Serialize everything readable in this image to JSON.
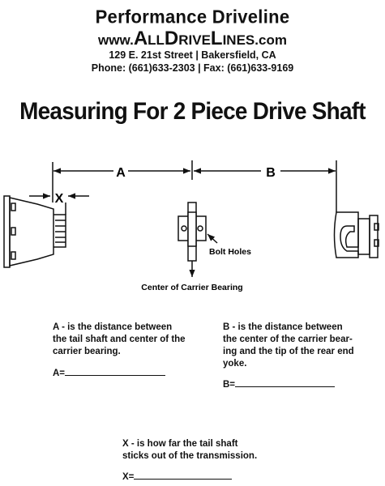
{
  "header": {
    "company": "Performance Driveline",
    "website_prefix": "www.",
    "website_main": "AllDriveLines",
    "website_suffix": ".com",
    "address": "129 E. 21st Street | Bakersfield, CA",
    "phone": "Phone: (661)633-2303 | Fax: (661)633-9169"
  },
  "title": "Measuring For 2 Piece Drive Shaft",
  "diagram": {
    "label_a": "A",
    "label_b": "B",
    "label_x": "X",
    "bolt_holes": "Bolt Holes",
    "center_bearing": "Center of Carrier Bearing"
  },
  "descriptions": {
    "a": {
      "lines": [
        "A - is the distance between",
        "the tail shaft and center of the",
        "carrier bearing."
      ],
      "field_label": "A="
    },
    "b": {
      "lines": [
        "B - is the distance between",
        "the  center of the carrier bear-",
        "ing and the tip of the rear end",
        "yoke."
      ],
      "field_label": "B="
    },
    "x": {
      "lines": [
        "X - is how far the tail shaft",
        "sticks out of the transmission."
      ],
      "field_label": "X="
    }
  }
}
